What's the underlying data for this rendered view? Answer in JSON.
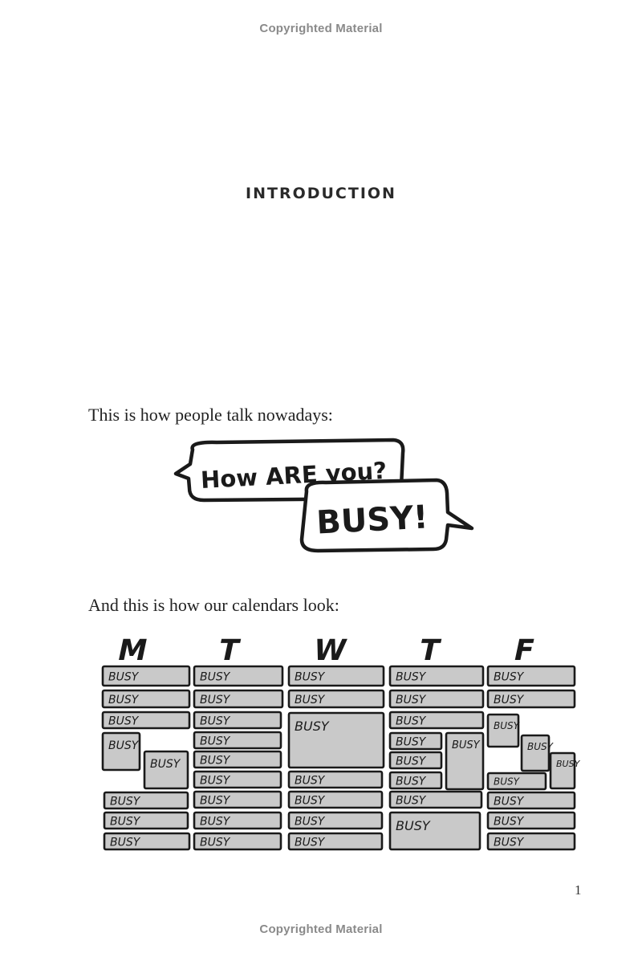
{
  "header": {
    "copyright": "Copyrighted Material"
  },
  "chapter": {
    "title": "INTRODUCTION"
  },
  "body": {
    "paragraph_1": "This is how people talk nowadays:",
    "paragraph_2": "And this is how our calendars look:"
  },
  "speech_bubbles": {
    "question": "How ARE you?",
    "answer": "BUSY!"
  },
  "calendar": {
    "days": [
      "M",
      "T",
      "W",
      "T",
      "F"
    ],
    "block_label": "BUSY",
    "fill_color": "#c9c9c9",
    "ink_color": "#1a1a1a"
  },
  "footer": {
    "page_number": "1",
    "copyright": "Copyrighted Material"
  }
}
